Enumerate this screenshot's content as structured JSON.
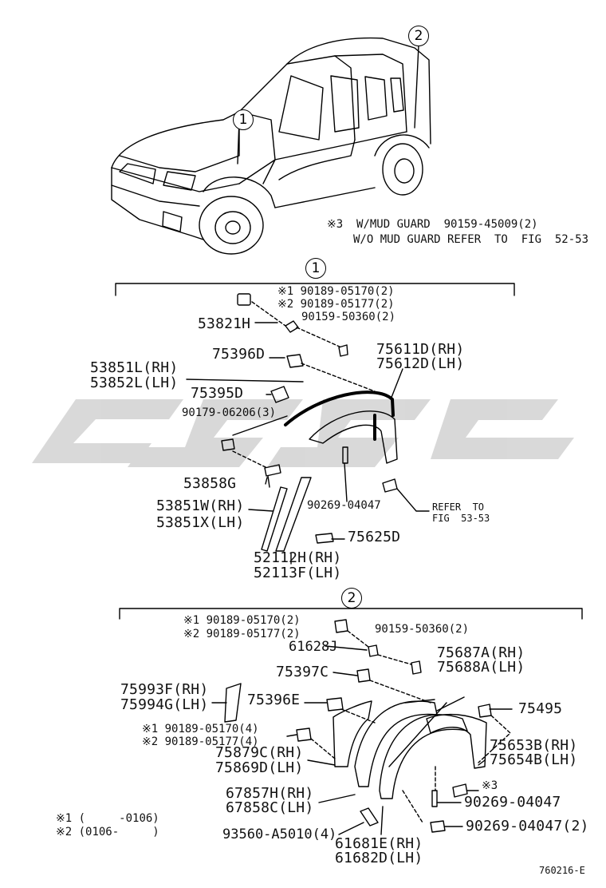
{
  "callouts": {
    "c1": "1",
    "c2": "2"
  },
  "mud_guard": {
    "w_line": "※3  W/MUD GUARD  90159-45009(2)",
    "wo_line": "W/O MUD GUARD REFER  TO  FIG  52-53"
  },
  "section1": {
    "marker": "1",
    "labels": {
      "a1": "※1 90189-05170(2)",
      "a2": "※2 90189-05177(2)",
      "a3": "90159-50360(2)",
      "p53821H": "53821H",
      "p75396D": "75396D",
      "p75611D": "75611D(RH)",
      "p75612D": "75612D(LH)",
      "p53851L": "53851L(RH)",
      "p53852L": "53852L(LH)",
      "p75395D": "75395D",
      "p90179": "90179-06206(3)",
      "p53858G": "53858G",
      "p53851W": "53851W(RH)",
      "p53851X": "53851X(LH)",
      "p90269": "90269-04047",
      "refer1": "REFER  TO",
      "refer2": "FIG  53-53",
      "p75625D": "75625D",
      "p52112H": "52112H(RH)",
      "p52113F": "52113F(LH)"
    }
  },
  "section2": {
    "marker": "2",
    "labels": {
      "b1": "※1 90189-05170(2)",
      "b2": "※2 90189-05177(2)",
      "b3": "90159-50360(2)",
      "p61628J": "61628J",
      "p75687A": "75687A(RH)",
      "p75688A": "75688A(LH)",
      "p75397C": "75397C",
      "p75993F": "75993F(RH)",
      "p75994G": "75994G(LH)",
      "p75396E": "75396E",
      "p75495": "75495",
      "c1": "※1 90189-05170(4)",
      "c2": "※2 90189-05177(4)",
      "p75879C": "75879C(RH)",
      "p75869D": "75869D(LH)",
      "p75653B": "75653B(RH)",
      "p75654B": "75654B(LH)",
      "mark3": "※3",
      "p90269a": "90269-04047",
      "p67857H": "67857H(RH)",
      "p67858C": "67858C(LH)",
      "p90269b": "90269-04047(2)",
      "p93560": "93560-A5010(4)",
      "p61681E": "61681E(RH)",
      "p61682D": "61682D(LH)"
    }
  },
  "notes": {
    "n1": "※1 (     -0106)",
    "n2": "※2 (0106-     )"
  },
  "figure_code": "760216-E"
}
